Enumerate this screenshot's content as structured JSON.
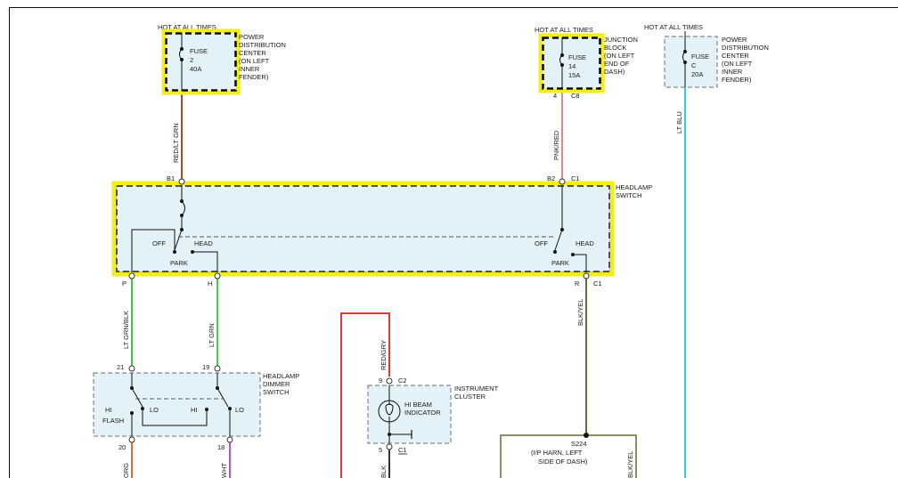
{
  "colors": {
    "red_lt_grn": "#a74d32",
    "pnk_red": "#e08a8a",
    "lt_blu": "#39c8d8",
    "lt_grn_blk": "#45c84a",
    "lt_grn": "#47cc4e",
    "blk_yel": "#6a6a33",
    "red_gry": "#df3a3a",
    "org": "#df6c3a",
    "wht": "#c64dc8",
    "blk": "#333333",
    "highlight": "#f3ee1a",
    "component_fill": "#e3f1f8"
  },
  "fuse2": {
    "hot": "HOT AT ALL TIMES",
    "label": "FUSE",
    "num": "2",
    "amp": "40A",
    "location": [
      "POWER",
      "DISTRIBUTION",
      "CENTER",
      "(ON LEFT",
      "INNER",
      "FENDER)"
    ]
  },
  "fuse14": {
    "hot": "HOT AT ALL TIMES",
    "label": "FUSE",
    "num": "14",
    "amp": "15A",
    "location": [
      "JUNCTION",
      "BLOCK",
      "(ON LEFT",
      "END OF",
      "DASH)"
    ],
    "pin": "4",
    "conn": "C8"
  },
  "fuseC": {
    "hot": "HOT AT ALL TIMES",
    "label": "FUSE",
    "num": "C",
    "amp": "20A",
    "location": [
      "POWER",
      "DISTRIBUTION",
      "CENTER",
      "(ON LEFT",
      "INNER",
      "FENDER)"
    ]
  },
  "wires": {
    "red_lt_grn": "RED/LT GRN",
    "pnk_red": "PNK/RED",
    "lt_blu": "LT BLU",
    "lt_grn_blk": "LT GRN/BLK",
    "lt_grn": "LT GRN",
    "blk_yel": "BLK/YEL",
    "blk_yel_2": "BLK/YEL",
    "red_gry": "RED/GRY",
    "org": "ORG",
    "wht": "WHT",
    "blk": "BLK"
  },
  "headlamp_switch": {
    "name": [
      "HEADLAMP",
      "SWITCH"
    ],
    "pin_b1": "B1",
    "pin_b2": "B2",
    "conn_c1_top": "C1",
    "pin_p": "P",
    "pin_h": "H",
    "pin_r": "R",
    "conn_c1_bottom": "C1",
    "off": "OFF",
    "head": "HEAD",
    "park": "PARK",
    "off2": "OFF",
    "head2": "HEAD",
    "park2": "PARK"
  },
  "dimmer_switch": {
    "name": [
      "HEADLAMP",
      "DIMMER",
      "SWITCH"
    ],
    "pin_21": "21",
    "pin_19": "19",
    "pin_20": "20",
    "pin_18": "18",
    "hi": "HI",
    "lo": "LO",
    "flash": "FLASH",
    "hi2": "HI",
    "lo2": "LO"
  },
  "cluster": {
    "name": [
      "INSTRUMENT",
      "CLUSTER"
    ],
    "pin_9": "9",
    "conn_c2": "C2",
    "pin_5": "5",
    "conn_c1": "C1",
    "indicator": [
      "HI BEAM",
      "INDICATOR"
    ]
  },
  "splice": {
    "id": "S224",
    "desc": [
      "(I/P HARN, LEFT",
      "SIDE OF DASH)"
    ]
  }
}
